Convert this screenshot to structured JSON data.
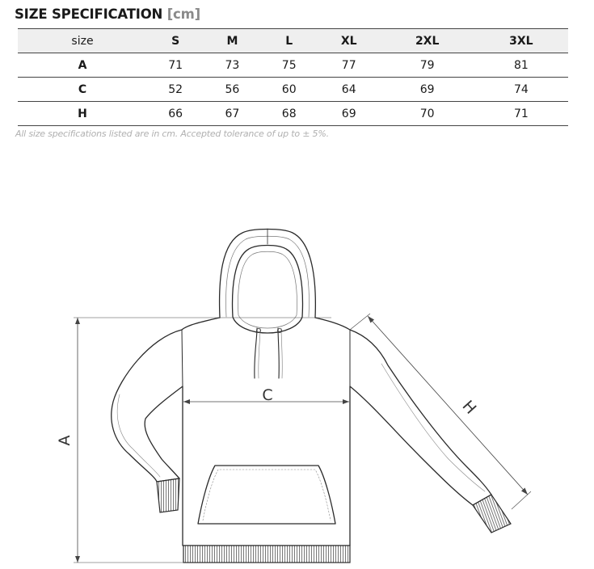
{
  "header": {
    "title": "SIZE SPECIFICATION",
    "unit": "[cm]"
  },
  "table": {
    "columns": [
      "size",
      "S",
      "M",
      "L",
      "XL",
      "2XL",
      "3XL"
    ],
    "rows": [
      {
        "label": "A",
        "values": [
          "71",
          "73",
          "75",
          "77",
          "79",
          "81"
        ]
      },
      {
        "label": "C",
        "values": [
          "52",
          "56",
          "60",
          "64",
          "69",
          "74"
        ]
      },
      {
        "label": "H",
        "values": [
          "66",
          "67",
          "68",
          "69",
          "70",
          "71"
        ]
      }
    ]
  },
  "note": "All size specifications listed are in cm. Accepted tolerance of up to ± 5%.",
  "diagram": {
    "label_a": "A",
    "label_c": "C",
    "label_h": "H"
  }
}
